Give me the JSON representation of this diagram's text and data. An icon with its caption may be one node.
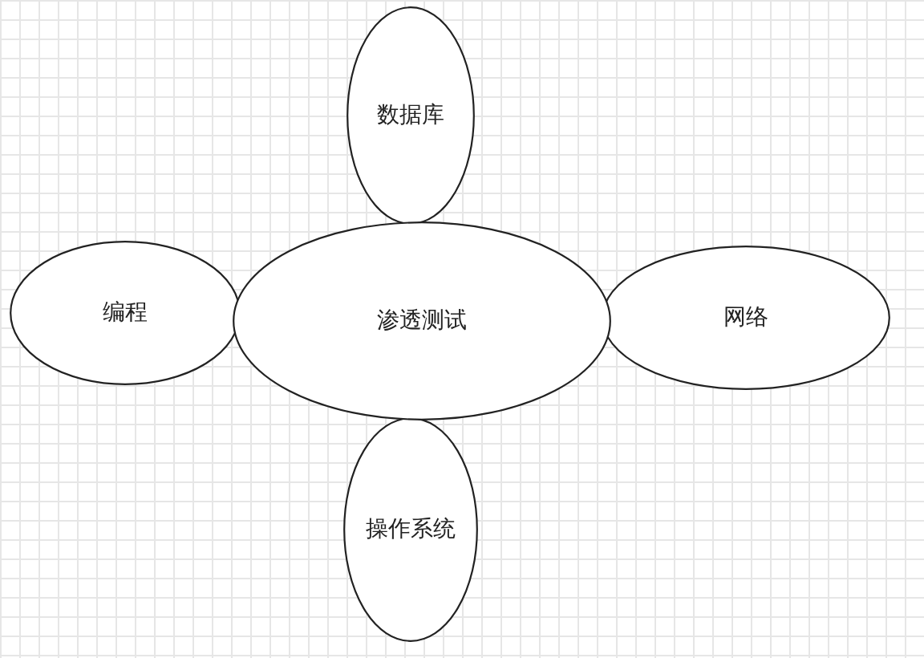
{
  "diagram": {
    "nodes": [
      {
        "text": [
          "数据库"
        ]
      },
      {
        "text": [
          "编程"
        ]
      },
      {
        "text": [
          "渗透测试"
        ]
      },
      {
        "text": [
          "网络"
        ]
      },
      {
        "text": [
          "操作系统"
        ]
      }
    ]
  }
}
